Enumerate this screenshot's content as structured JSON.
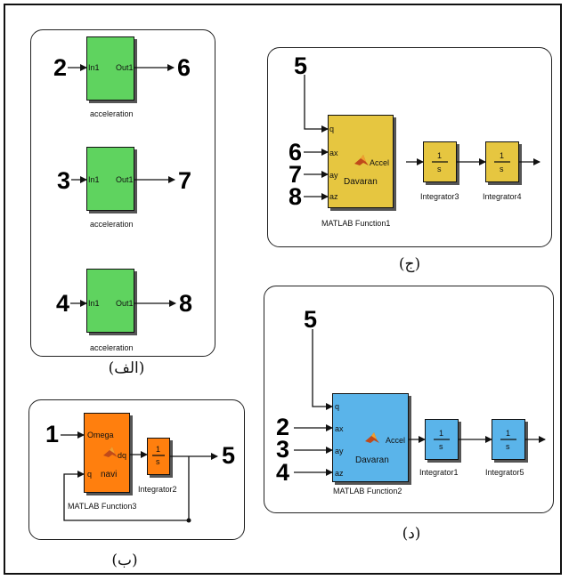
{
  "panel_alef": {
    "caption": "(الف)",
    "blocks": [
      {
        "in_num": "2",
        "out_num": "6",
        "in_port": "In1",
        "out_port": "Out1",
        "name": "acceleration"
      },
      {
        "in_num": "3",
        "out_num": "7",
        "in_port": "In1",
        "out_port": "Out1",
        "name": "acceleration"
      },
      {
        "in_num": "4",
        "out_num": "8",
        "in_port": "In1",
        "out_port": "Out1",
        "name": "acceleration"
      }
    ]
  },
  "panel_be": {
    "caption": "(ب)",
    "in_num": "1",
    "out_num": "5",
    "func_ports": {
      "omega": "Omega",
      "q": "q",
      "dq": "dq"
    },
    "func_center": "navi",
    "func_name": "MATLAB Function3",
    "integ_num": "1",
    "integ_den": "s",
    "integ_name": "Integrator2"
  },
  "panel_jim": {
    "caption": "(ج)",
    "q_num": "5",
    "in_nums": [
      "6",
      "7",
      "8"
    ],
    "func_ports": {
      "q": "q",
      "ax": "ax",
      "ay": "ay",
      "az": "az",
      "out": "Accel"
    },
    "func_center": "Davaran",
    "func_name": "MATLAB Function1",
    "integ1": {
      "num": "1",
      "den": "s",
      "name": "Integrator3"
    },
    "integ2": {
      "num": "1",
      "den": "s",
      "name": "Integrator4"
    }
  },
  "panel_dal": {
    "caption": "(د)",
    "q_num": "5",
    "in_nums": [
      "2",
      "3",
      "4"
    ],
    "func_ports": {
      "q": "q",
      "ax": "ax",
      "ay": "ay",
      "az": "az",
      "out": "Accel"
    },
    "func_center": "Davaran",
    "func_name": "MATLAB Function2",
    "integ1": {
      "num": "1",
      "den": "s",
      "name": "Integrator1"
    },
    "integ2": {
      "num": "1",
      "den": "s",
      "name": "Integrator5"
    }
  },
  "colors": {
    "green": "#5fd35f",
    "orange": "#ff7f0e",
    "yellow": "#e6c640",
    "blue": "#5ab4ea",
    "wire": "#111111"
  },
  "icons": {
    "matlab": "matlab-logo-icon"
  }
}
